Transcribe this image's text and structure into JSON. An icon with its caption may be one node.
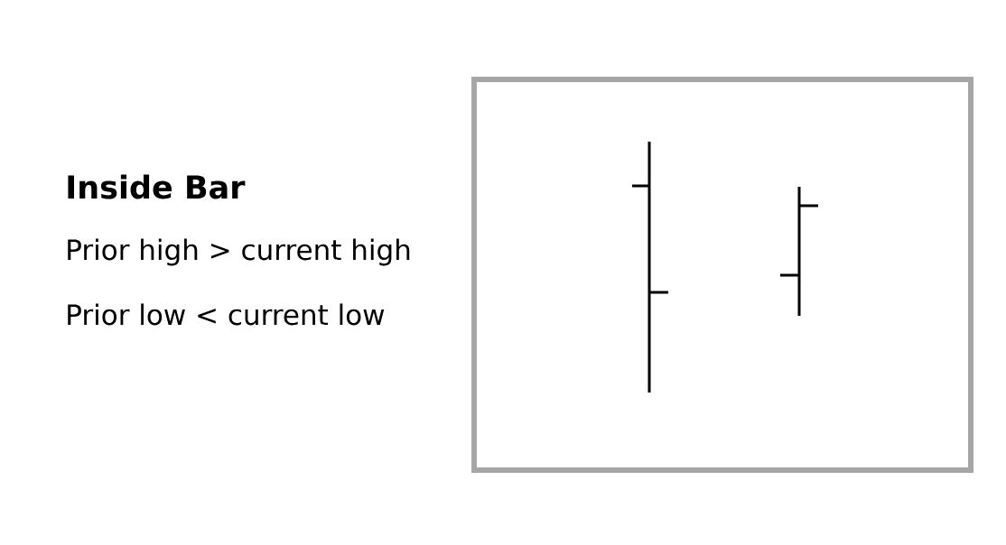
{
  "diagram": {
    "title": "Inside Bar",
    "labels": [
      "Prior high > current high",
      "Prior low < current low"
    ]
  }
}
